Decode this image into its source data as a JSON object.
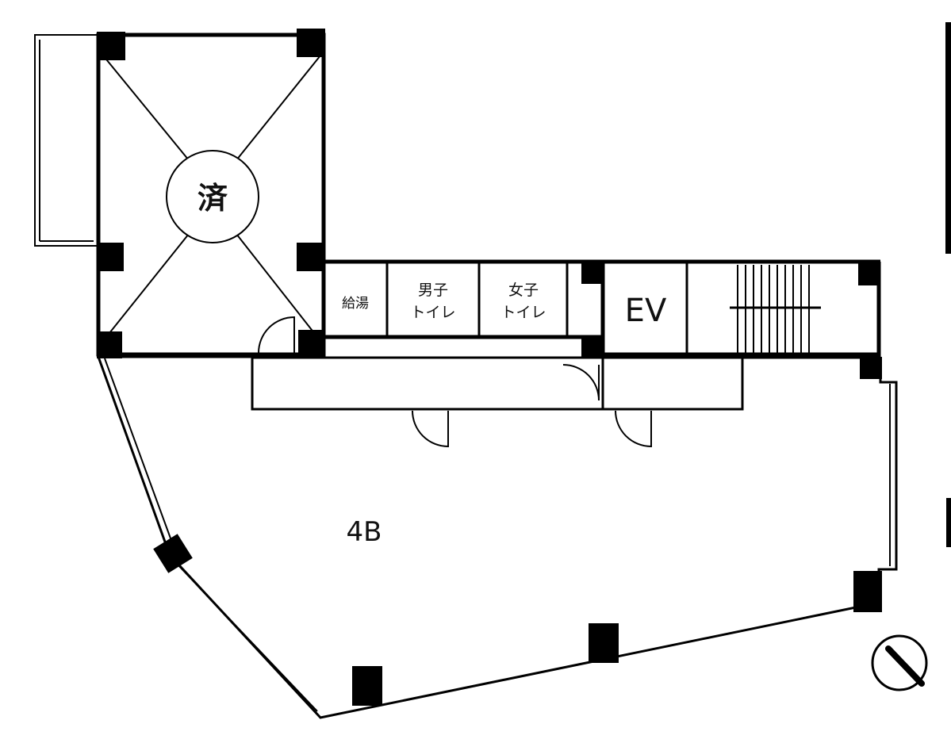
{
  "labels": {
    "sold_badge": "済",
    "unit_name": "4B",
    "ev": "EV",
    "kyutou": "給湯",
    "mens_line1": "男子",
    "mens_line2": "トイレ",
    "womens_line1": "女子",
    "womens_line2": "トイレ"
  },
  "icons": {
    "north_mark": "compass-north-icon"
  }
}
